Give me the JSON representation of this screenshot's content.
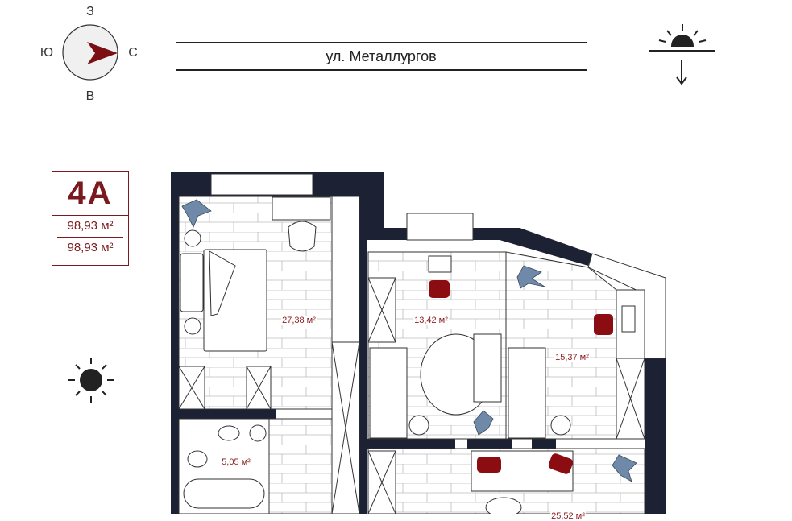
{
  "compass": {
    "north": "С",
    "south": "Ю",
    "west": "З",
    "east": "В"
  },
  "street": {
    "name": "ул. Металлургов"
  },
  "unit": {
    "code": "4А",
    "total_area": "98,93 м²",
    "living_area": "98,93 м²"
  },
  "rooms": [
    {
      "label": "27,38 м²"
    },
    {
      "label": "13,42 м²"
    },
    {
      "label": "15,37 м²"
    },
    {
      "label": "5,05 м²"
    },
    {
      "label": "25,52 м²"
    }
  ],
  "colors": {
    "wall": "#1c2233",
    "accent": "#7a1a1e",
    "plant": "#6f8aa8"
  }
}
